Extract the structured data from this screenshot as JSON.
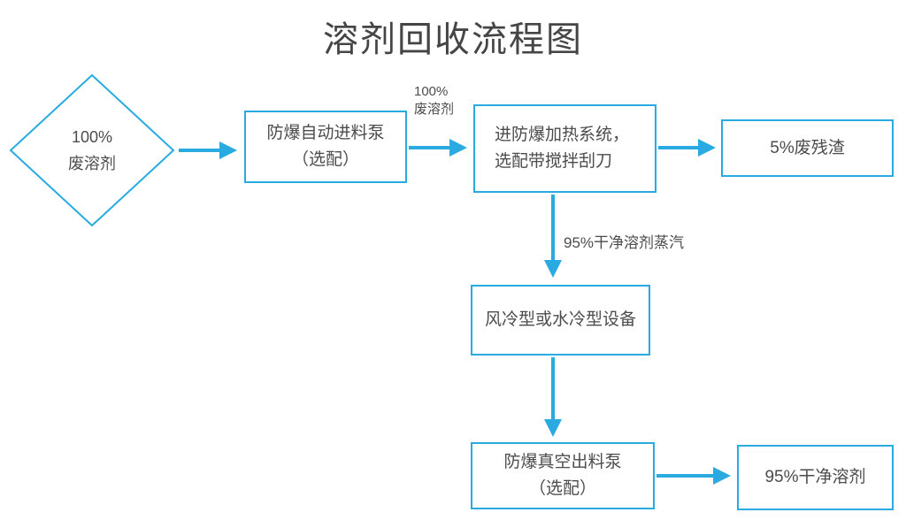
{
  "title": "溶剂回收流程图",
  "colors": {
    "accent": "#29abe2",
    "text": "#4c4c4c",
    "background": "#ffffff"
  },
  "nodes": {
    "waste_solvent_in": {
      "shape": "diamond",
      "line1": "100%",
      "line2": "废溶剂"
    },
    "feed_pump": {
      "shape": "rect",
      "line1": "防爆自动进料泵",
      "line2": "（选配）"
    },
    "heating_system": {
      "shape": "rect",
      "line1": "进防爆加热系统，",
      "line2": "选配带搅拌刮刀"
    },
    "waste_residue": {
      "shape": "rect",
      "label": "5%废残渣"
    },
    "cooling_device": {
      "shape": "rect",
      "label": "风冷型或水冷型设备"
    },
    "discharge_pump": {
      "shape": "rect",
      "line1": "防爆真空出料泵",
      "line2": "（选配）"
    },
    "clean_solvent_out": {
      "shape": "rect",
      "label": "95%干净溶剂"
    }
  },
  "edge_labels": {
    "feed_to_heating": {
      "line1": "100%",
      "line2": "废溶剂"
    },
    "heating_to_cooling": "95%干净溶剂蒸汽"
  }
}
